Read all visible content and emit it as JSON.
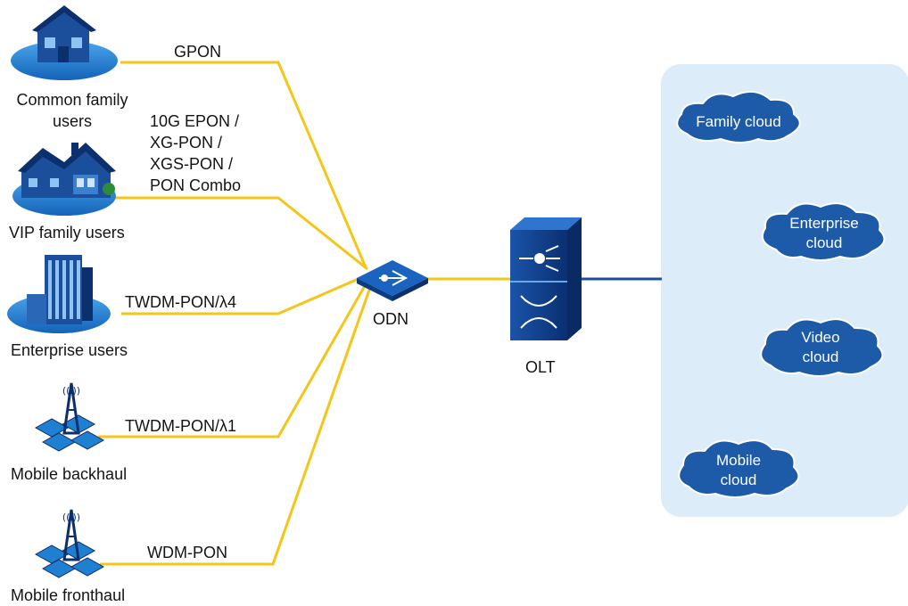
{
  "users": [
    {
      "label": "Common family\nusers",
      "icon": "house-icon"
    },
    {
      "label": "VIP family users",
      "icon": "villa-icon"
    },
    {
      "label": "Enterprise users",
      "icon": "office-building-icon"
    },
    {
      "label": "Mobile backhaul",
      "icon": "cell-tower-icon"
    },
    {
      "label": "Mobile fronthaul",
      "icon": "cell-tower-icon"
    }
  ],
  "links": [
    {
      "label": "GPON"
    },
    {
      "label": "10G EPON /\nXG-PON /\nXGS-PON /\nPON Combo"
    },
    {
      "label": "TWDM-PON/λ4"
    },
    {
      "label": "TWDM-PON/λ1"
    },
    {
      "label": "WDM-PON"
    }
  ],
  "odn": {
    "label": "ODN",
    "icon": "odn-splitter-icon"
  },
  "olt": {
    "label": "OLT",
    "icon": "olt-switch-icon"
  },
  "clouds": [
    {
      "label": "Family cloud"
    },
    {
      "label": "Enterprise\ncloud"
    },
    {
      "label": "Video\ncloud"
    },
    {
      "label": "Mobile\ncloud"
    }
  ],
  "colors": {
    "fiber": "#f5c518",
    "uplink": "#1f4e9c",
    "cloud_fill": "#1d5aa7",
    "cloud_panel": "#dcecf9",
    "device_dark": "#0d3b86",
    "platform": "#1f7fd0"
  }
}
